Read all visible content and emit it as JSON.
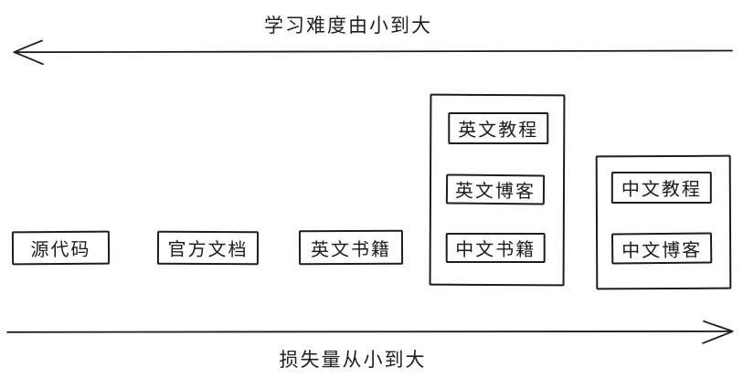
{
  "canvas": {
    "background": "#ffffff",
    "stroke_color": "#1c1c1c"
  },
  "axes": {
    "top": {
      "label": "学习难度由小到大",
      "arrow_direction": "left"
    },
    "bottom": {
      "label": "损失量从小到大",
      "arrow_direction": "right"
    }
  },
  "standalone_nodes": [
    {
      "label": "源代码"
    },
    {
      "label": "官方文档"
    },
    {
      "label": "英文书籍"
    }
  ],
  "groups": [
    {
      "items": [
        {
          "label": "英文教程"
        },
        {
          "label": "英文博客"
        },
        {
          "label": "中文书籍"
        }
      ]
    },
    {
      "items": [
        {
          "label": "中文教程"
        },
        {
          "label": "中文博客"
        }
      ]
    }
  ]
}
